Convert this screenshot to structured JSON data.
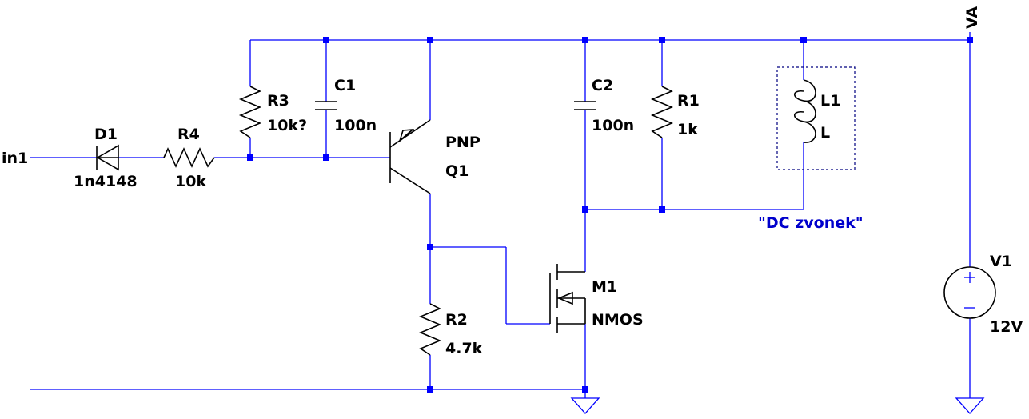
{
  "nets": {
    "input": "in1",
    "supply": "VA"
  },
  "components": {
    "d1": {
      "ref": "D1",
      "value": "1n4148"
    },
    "r4": {
      "ref": "R4",
      "value": "10k"
    },
    "r3": {
      "ref": "R3",
      "value": "10k?"
    },
    "c1": {
      "ref": "C1",
      "value": "100n"
    },
    "q1": {
      "type": "PNP",
      "ref": "Q1"
    },
    "c2": {
      "ref": "C2",
      "value": "100n"
    },
    "r1": {
      "ref": "R1",
      "value": "1k"
    },
    "l1": {
      "ref": "L1",
      "value": "L"
    },
    "r2": {
      "ref": "R2",
      "value": "4.7k"
    },
    "m1": {
      "ref": "M1",
      "type": "NMOS"
    },
    "v1": {
      "ref": "V1",
      "value": "12V"
    }
  },
  "comment": "\"DC zvonek\"",
  "colors": {
    "wire": "#0000ff",
    "component": "#000000",
    "comment": "#0000cc",
    "background": "#ffffff"
  }
}
